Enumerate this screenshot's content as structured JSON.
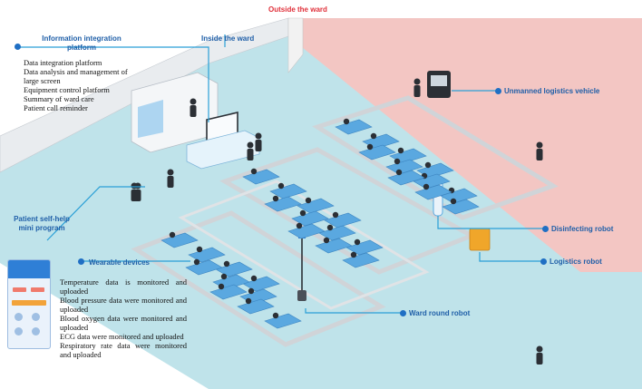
{
  "labels": {
    "outside_ward": "Outside the ward",
    "inside_ward": "Inside the ward",
    "info_platform": "Information integration platform",
    "patient_program": "Patient self-help mini program",
    "wearable": "Wearable devices",
    "unmanned_vehicle": "Unmanned logistics vehicle",
    "disinfecting_robot": "Disinfecting robot",
    "logistics_robot": "Logistics robot",
    "ward_round_robot": "Ward round robot"
  },
  "info_list": [
    "Data integration platform",
    "Data analysis and management of large screen",
    "Equipment control platform",
    "Summary of ward care",
    "Patient call reminder"
  ],
  "wearable_list": [
    "Temperature data is monitored and uploaded",
    "Blood pressure data were monitored and uploaded",
    "Blood oxygen data were monitored and uploaded",
    "ECG data were monitored and uploaded",
    "Respiratory rate data were monitored and uploaded"
  ],
  "colors": {
    "floor": "#bfe3ea",
    "outside": "#f3c6c3",
    "accent": "#1f5fa8",
    "leader": "#2a9fd6",
    "bed": "#5aa8e0"
  }
}
